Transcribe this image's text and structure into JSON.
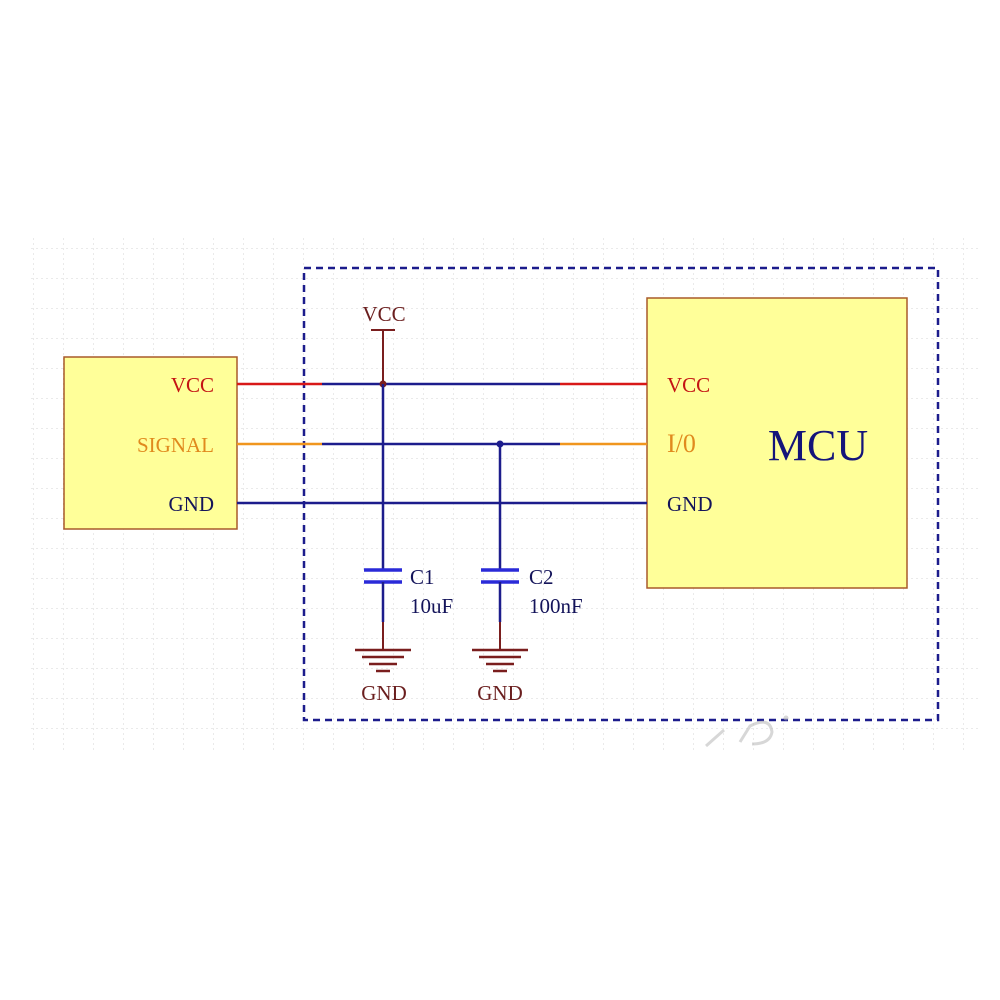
{
  "colors": {
    "background": "#ffffff",
    "grid": "#d6d6d6",
    "block_fill": "#ffff99",
    "block_stroke": "#a85a2a",
    "frame": "#1c1c8c",
    "net_vcc": "#d81818",
    "net_signal": "#f0961e",
    "net_bus": "#1c1c8c",
    "power_symbol": "#7a1e1e",
    "capacitor": "#2a2ad8",
    "label_red": "#c41414",
    "label_orange": "#e08a1e",
    "label_navy": "#14145a",
    "label_mcu": "#14147a",
    "label_maroon": "#6a1e1e",
    "watermark": "#b8b8b8"
  },
  "left_block": {
    "pins": {
      "vcc": "VCC",
      "signal": "SIGNAL",
      "gnd": "GND"
    }
  },
  "mcu_block": {
    "name": "MCU",
    "pins": {
      "vcc": "VCC",
      "io": "I/0",
      "gnd": "GND"
    }
  },
  "power": {
    "vcc_label": "VCC",
    "gnd1_label": "GND",
    "gnd2_label": "GND"
  },
  "capacitors": [
    {
      "ref": "C1",
      "value": "10uF"
    },
    {
      "ref": "C2",
      "value": "100nF"
    }
  ],
  "watermark_icon": "faint-watermark-logo"
}
